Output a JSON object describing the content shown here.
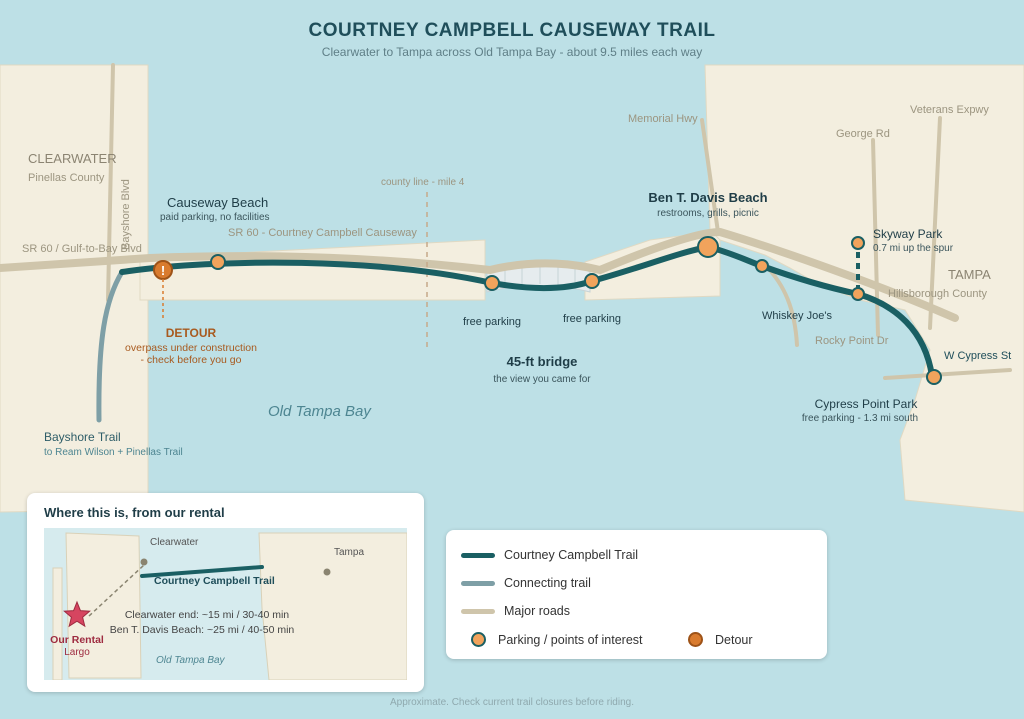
{
  "header": {
    "title": "COURTNEY CAMPBELL CAUSEWAY TRAIL",
    "subtitle": "Clearwater to Tampa across Old Tampa Bay - about 9.5 miles each way"
  },
  "map": {
    "water": "Old Tampa Bay",
    "clearwater": {
      "name": "CLEARWATER",
      "county": "Pinellas County"
    },
    "tampa": {
      "name": "TAMPA",
      "county": "Hillsborough County"
    },
    "roads": {
      "sr60_west": "SR 60 / Gulf-to-Bay Blvd",
      "sr60_causeway": "SR 60 - Courtney Campbell Causeway",
      "bayshore_blvd": "Bayshore Blvd",
      "memorial_hwy": "Memorial Hwy",
      "george_rd": "George Rd",
      "veterans_expwy": "Veterans Expwy",
      "rocky_point_dr": "Rocky Point Dr",
      "w_cypress_st": "W Cypress St"
    },
    "county_line": "county line - mile 4",
    "bridge": {
      "name": "45-ft bridge",
      "note": "the view you came for"
    },
    "pois": {
      "causeway_beach": {
        "name": "Causeway Beach",
        "note": "paid parking, no facilities"
      },
      "ben_t_davis": {
        "name": "Ben T. Davis Beach",
        "note": "restrooms, grills, picnic"
      },
      "skyway_park": {
        "name": "Skyway Park",
        "note": "0.7 mi up the spur"
      },
      "whiskey_joes": {
        "name": "Whiskey Joe's"
      },
      "cypress_point": {
        "name": "Cypress Point Park",
        "note": "free parking - 1.3 mi south"
      },
      "free_parking_1": "free parking",
      "free_parking_2": "free parking",
      "bayshore_trail": {
        "name": "Bayshore Trail",
        "note": "to Ream Wilson + Pinellas Trail"
      }
    },
    "detour": {
      "symbol": "!",
      "title": "DETOUR",
      "line1": "overpass under construction",
      "line2": "- check before you go"
    }
  },
  "inset": {
    "title": "Where this is, from our rental",
    "clearwater": "Clearwater",
    "tampa": "Tampa",
    "trail_label": "Courtney Campbell Trail",
    "rental": "Our Rental",
    "rental_town": "Largo",
    "water": "Old Tampa Bay",
    "drive1": "Clearwater end: ~15 mi / 30-40 min",
    "drive2": "Ben T. Davis Beach: ~25 mi / 40-50 min"
  },
  "legend": {
    "trail": "Courtney Campbell Trail",
    "connecting": "Connecting trail",
    "roads": "Major roads",
    "parking": "Parking / points of interest",
    "detour": "Detour"
  },
  "footer": {
    "note": "Approximate. Check current trail closures before riding."
  },
  "colors": {
    "water": "#bde0e6",
    "land": "#f3eedf",
    "trail": "#1a5f63",
    "connecting_trail": "#7e9fa6",
    "road": "#cfc5ab",
    "poi": "#f1a35c",
    "detour": "#d97b2e",
    "text_dark": "#1f4e5a",
    "text_road": "#9c9580",
    "rental_star": "#d64560"
  },
  "icons": [
    "warning-icon",
    "star-icon"
  ]
}
